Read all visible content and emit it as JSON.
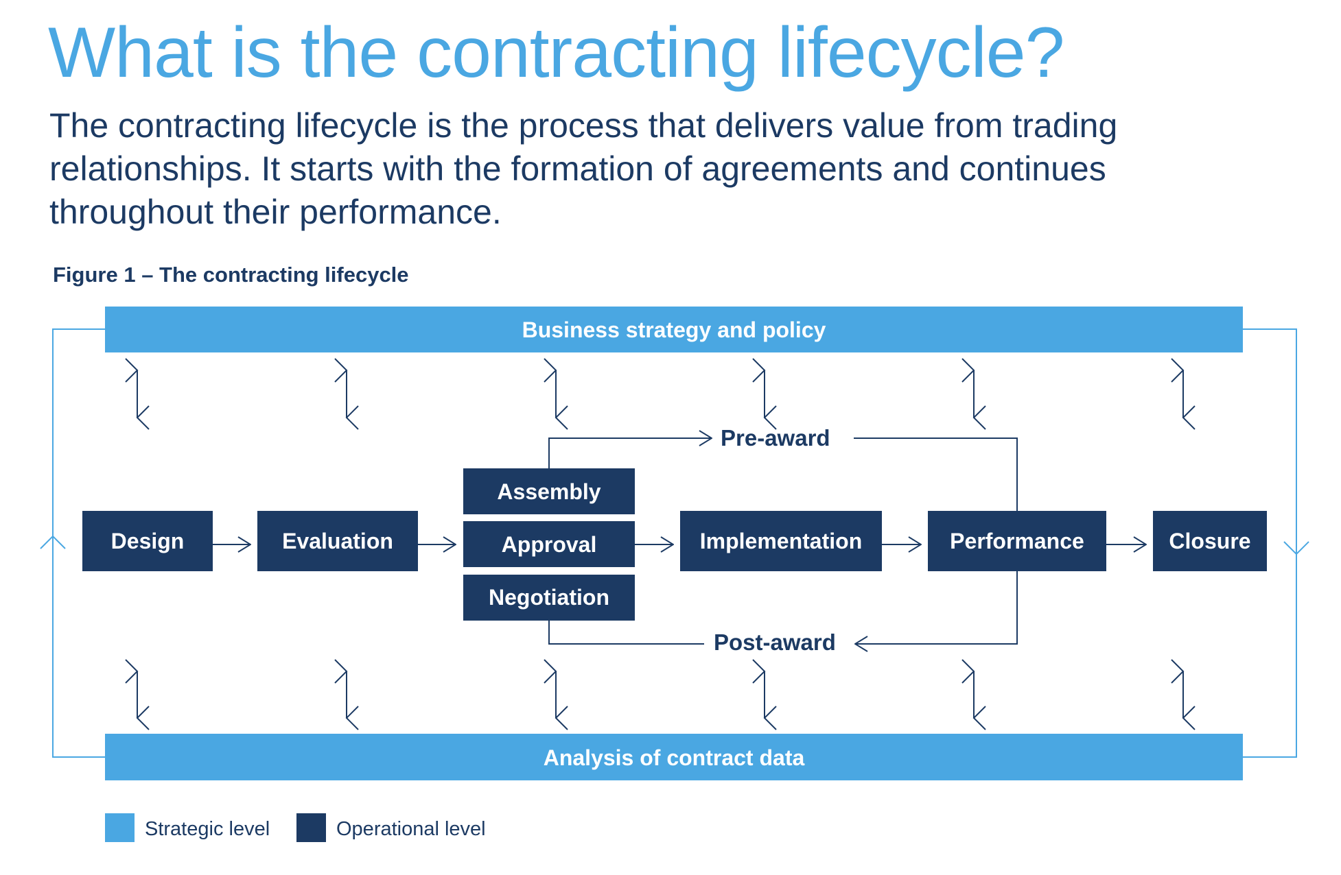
{
  "title": "What is the contracting lifecycle?",
  "intro": "The contracting lifecycle is the process that delivers value from trading relationships. It starts with the formation of agreements and continues throughout their performance.",
  "figure_caption": "Figure 1 – The contracting lifecycle",
  "strategic_top": "Business strategy and policy",
  "strategic_bottom": "Analysis of contract data",
  "stages": {
    "design": "Design",
    "evaluation": "Evaluation",
    "assembly": "Assembly",
    "approval": "Approval",
    "negotiation": "Negotiation",
    "implementation": "Implementation",
    "performance": "Performance",
    "closure": "Closure"
  },
  "flows": {
    "pre_award": "Pre-award",
    "post_award": "Post-award"
  },
  "legend": {
    "strategic": "Strategic level",
    "operational": "Operational level"
  },
  "colors": {
    "strategic": "#4aa7e2",
    "operational": "#1c3a63"
  }
}
